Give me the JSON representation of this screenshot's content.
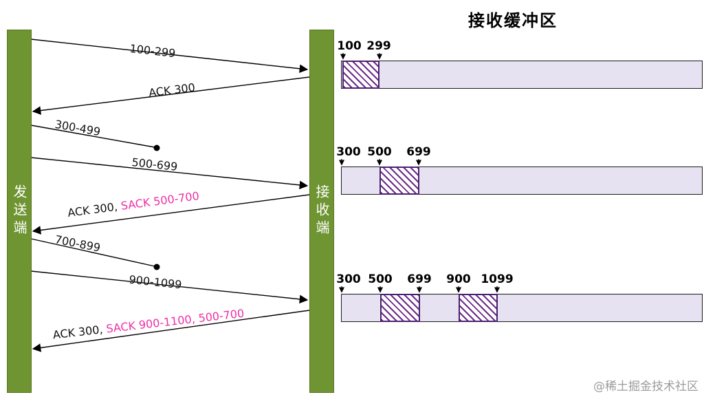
{
  "title": "接收缓冲区",
  "sender": "发送端",
  "receiver": "接收端",
  "messages": [
    {
      "label": "100-299"
    },
    {
      "label": "ACK 300"
    },
    {
      "label": "300-499"
    },
    {
      "label": "500-699"
    },
    {
      "prefix": "ACK 300, ",
      "sack": "SACK 500-700"
    },
    {
      "label": "700-899"
    },
    {
      "label": "900-1099"
    },
    {
      "prefix": "ACK 300, ",
      "sack": "SACK 900-1100, 500-700"
    }
  ],
  "buffers": [
    {
      "ticks": [
        "100",
        "299"
      ]
    },
    {
      "ticks": [
        "300",
        "500",
        "699"
      ]
    },
    {
      "ticks": [
        "300",
        "500",
        "699",
        "900",
        "1099"
      ]
    }
  ],
  "watermark": "@稀土掘金技术社区",
  "colors": {
    "bar_green": "#6f9432",
    "sack_pink": "#ef2fa7",
    "buffer_fill": "#e7e2f1",
    "hatch_purple": "#6a2a8a"
  }
}
